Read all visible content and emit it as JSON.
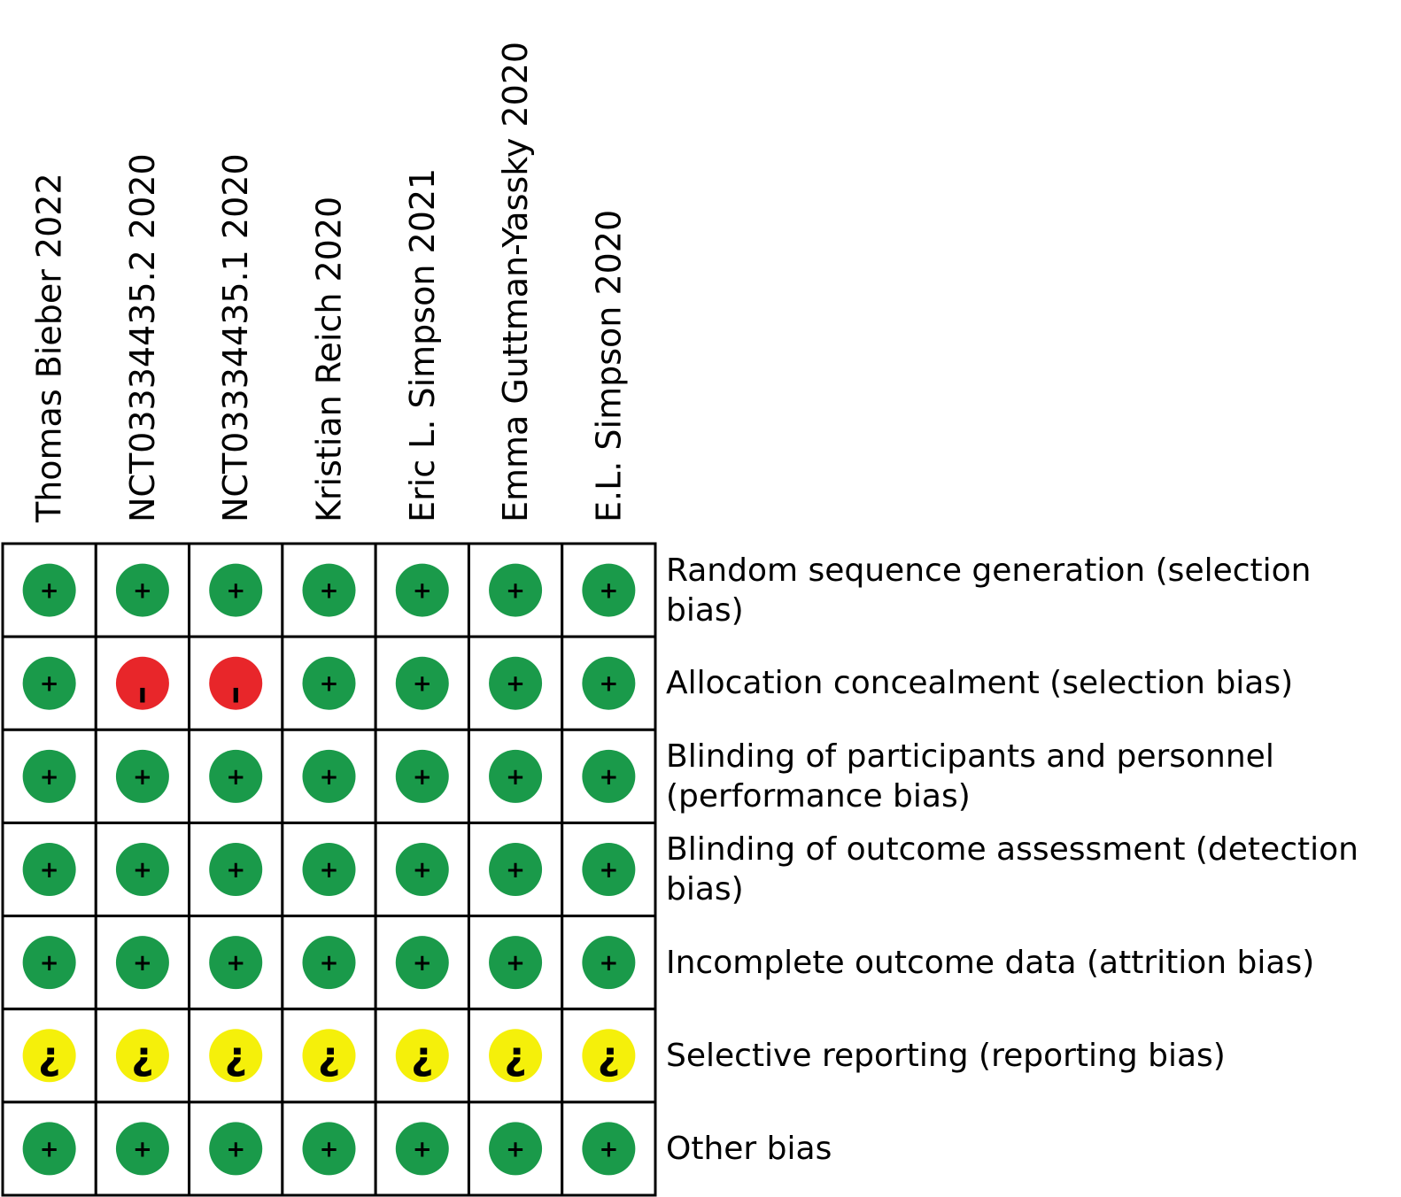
{
  "chart_data": {
    "type": "table",
    "studies": [
      "Thomas Bieber 2022",
      "NCT03334435.2 2020",
      "NCT03334435.1 2020",
      "Kristian Reich 2020",
      "Eric L. Simpson 2021",
      "Emma Guttman-Yassky 2020",
      "E.L. Simpson 2020"
    ],
    "domains": [
      "Random sequence generation (selection bias)",
      "Allocation concealment (selection bias)",
      "Blinding of participants and personnel (performance bias)",
      "Blinding of outcome assessment (detection bias)",
      "Incomplete outcome data (attrition bias)",
      "Selective reporting (reporting bias)",
      "Other bias"
    ],
    "ratings": [
      [
        "+",
        "+",
        "+",
        "+",
        "+",
        "+",
        "+"
      ],
      [
        "+",
        "-",
        "-",
        "+",
        "+",
        "+",
        "+"
      ],
      [
        "+",
        "+",
        "+",
        "+",
        "+",
        "+",
        "+"
      ],
      [
        "+",
        "+",
        "+",
        "+",
        "+",
        "+",
        "+"
      ],
      [
        "+",
        "+",
        "+",
        "+",
        "+",
        "+",
        "+"
      ],
      [
        "?",
        "?",
        "?",
        "?",
        "?",
        "?",
        "?"
      ],
      [
        "+",
        "+",
        "+",
        "+",
        "+",
        "+",
        "+"
      ]
    ],
    "rating_colors": {
      "+": "#1a9a4a",
      "-": "#e8262a",
      "?": "#f5f00a"
    },
    "rating_glyphs": {
      "+": "+",
      "-": "ı",
      "?": "¿"
    }
  }
}
